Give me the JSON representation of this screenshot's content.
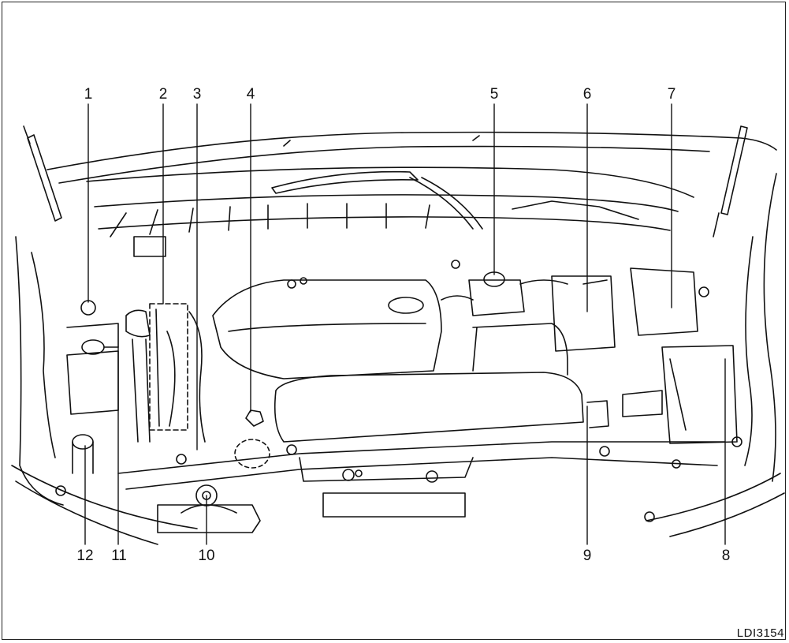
{
  "figure_id": "LDI3154",
  "callouts": {
    "c1": "1",
    "c2": "2",
    "c3": "3",
    "c4": "4",
    "c5": "5",
    "c6": "6",
    "c7": "7",
    "c8": "8",
    "c9": "9",
    "c10": "10",
    "c11": "11",
    "c12": "12"
  },
  "colors": {
    "line": "#111111",
    "background": "#ffffff",
    "frame": "#222222"
  }
}
